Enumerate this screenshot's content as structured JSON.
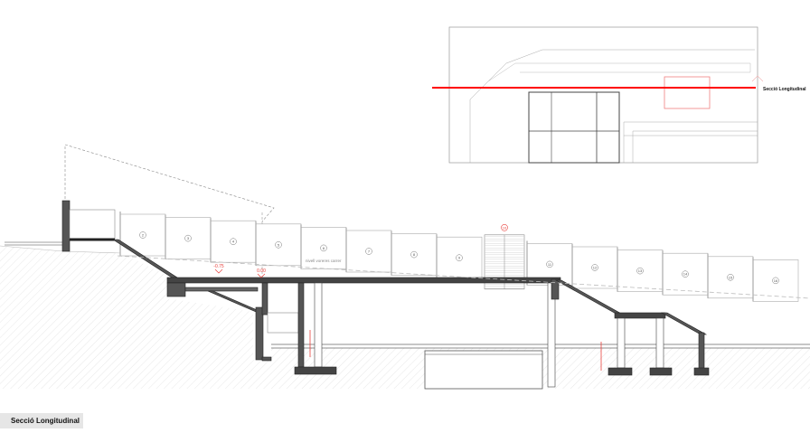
{
  "caption": "Secció Longitudinal",
  "key_plan": {
    "section_label": "Secció Longitudinal",
    "section_line_color": "#ff0000"
  },
  "section": {
    "panels": [
      "2",
      "3",
      "4",
      "5",
      "6",
      "7",
      "8",
      "9",
      "10",
      "11",
      "12",
      "13",
      "14",
      "15",
      "16"
    ],
    "gate_index": 8,
    "street_level_label": "nivell voreres carrer",
    "levels": [
      "-0.75",
      "0.00"
    ],
    "accent_color": "#e8413c"
  }
}
